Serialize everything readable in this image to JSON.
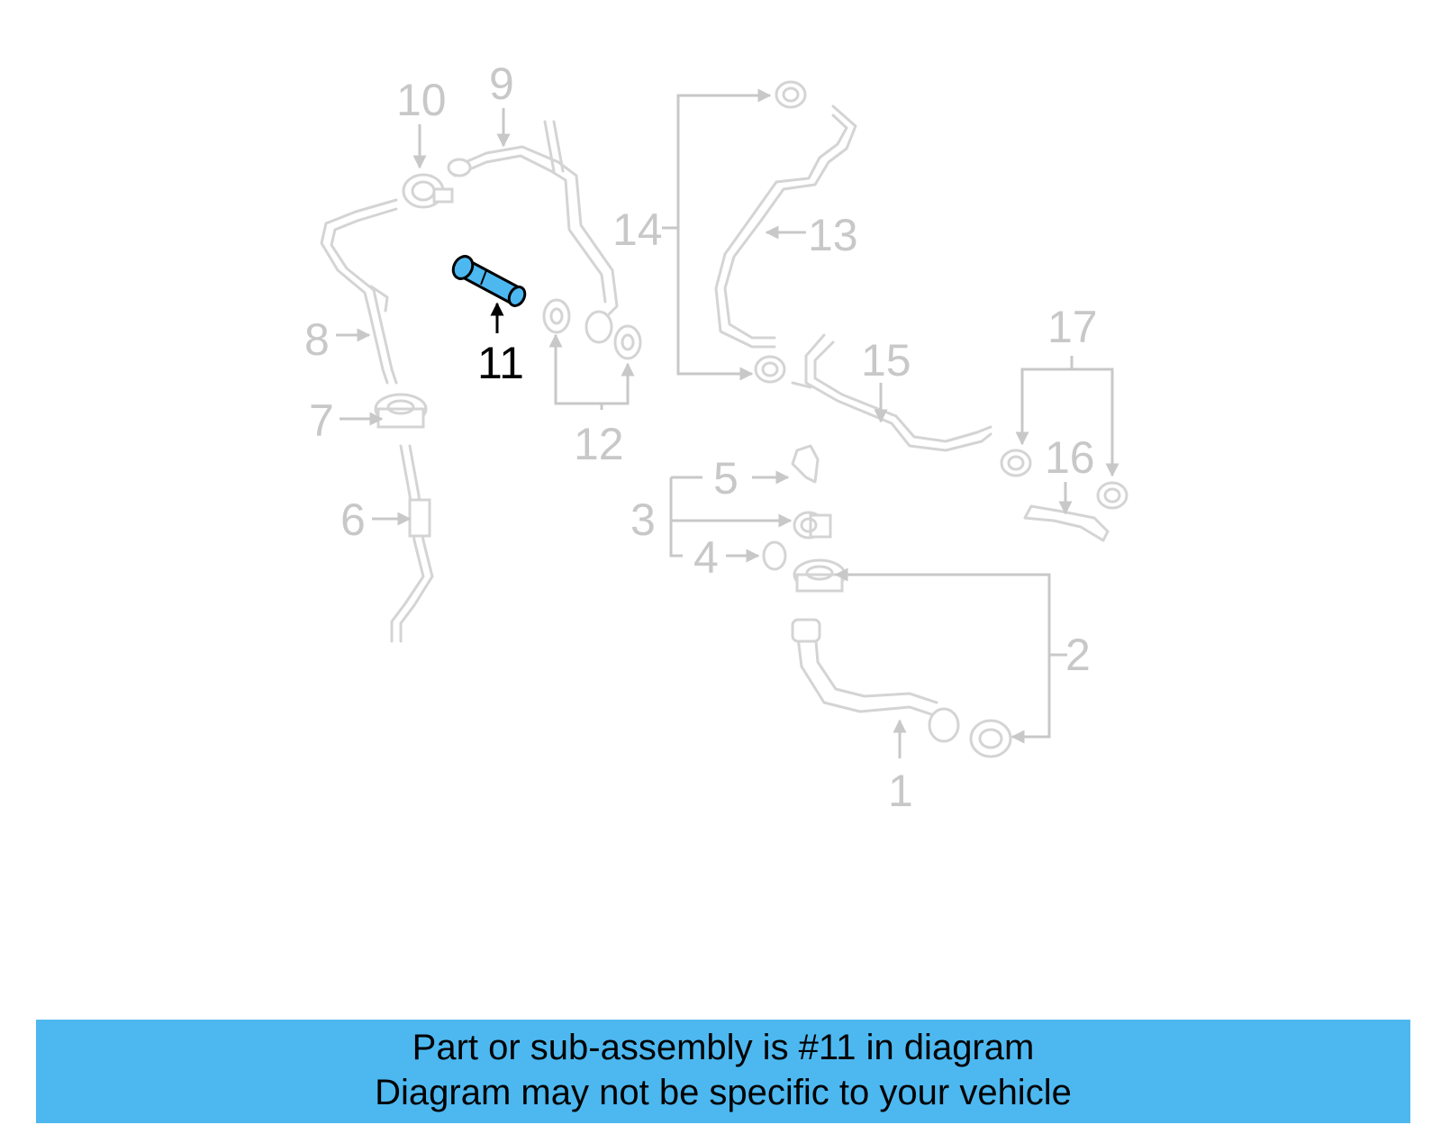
{
  "diagram": {
    "callouts": {
      "c1": "1",
      "c2": "2",
      "c3": "3",
      "c4": "4",
      "c5": "5",
      "c6": "6",
      "c7": "7",
      "c8": "8",
      "c9": "9",
      "c10": "10",
      "c11": "11",
      "c12": "12",
      "c13": "13",
      "c14": "14",
      "c15": "15",
      "c16": "16",
      "c17": "17"
    },
    "highlighted_part": "11",
    "colors": {
      "highlight": "#4db8f0",
      "part_stroke": "#d4d4d4",
      "callout_text": "#c8c8c8"
    }
  },
  "footer": {
    "line1": "Part or sub-assembly is #11 in diagram",
    "line2": "Diagram may not be specific to your vehicle",
    "background": "#4db8f0"
  }
}
